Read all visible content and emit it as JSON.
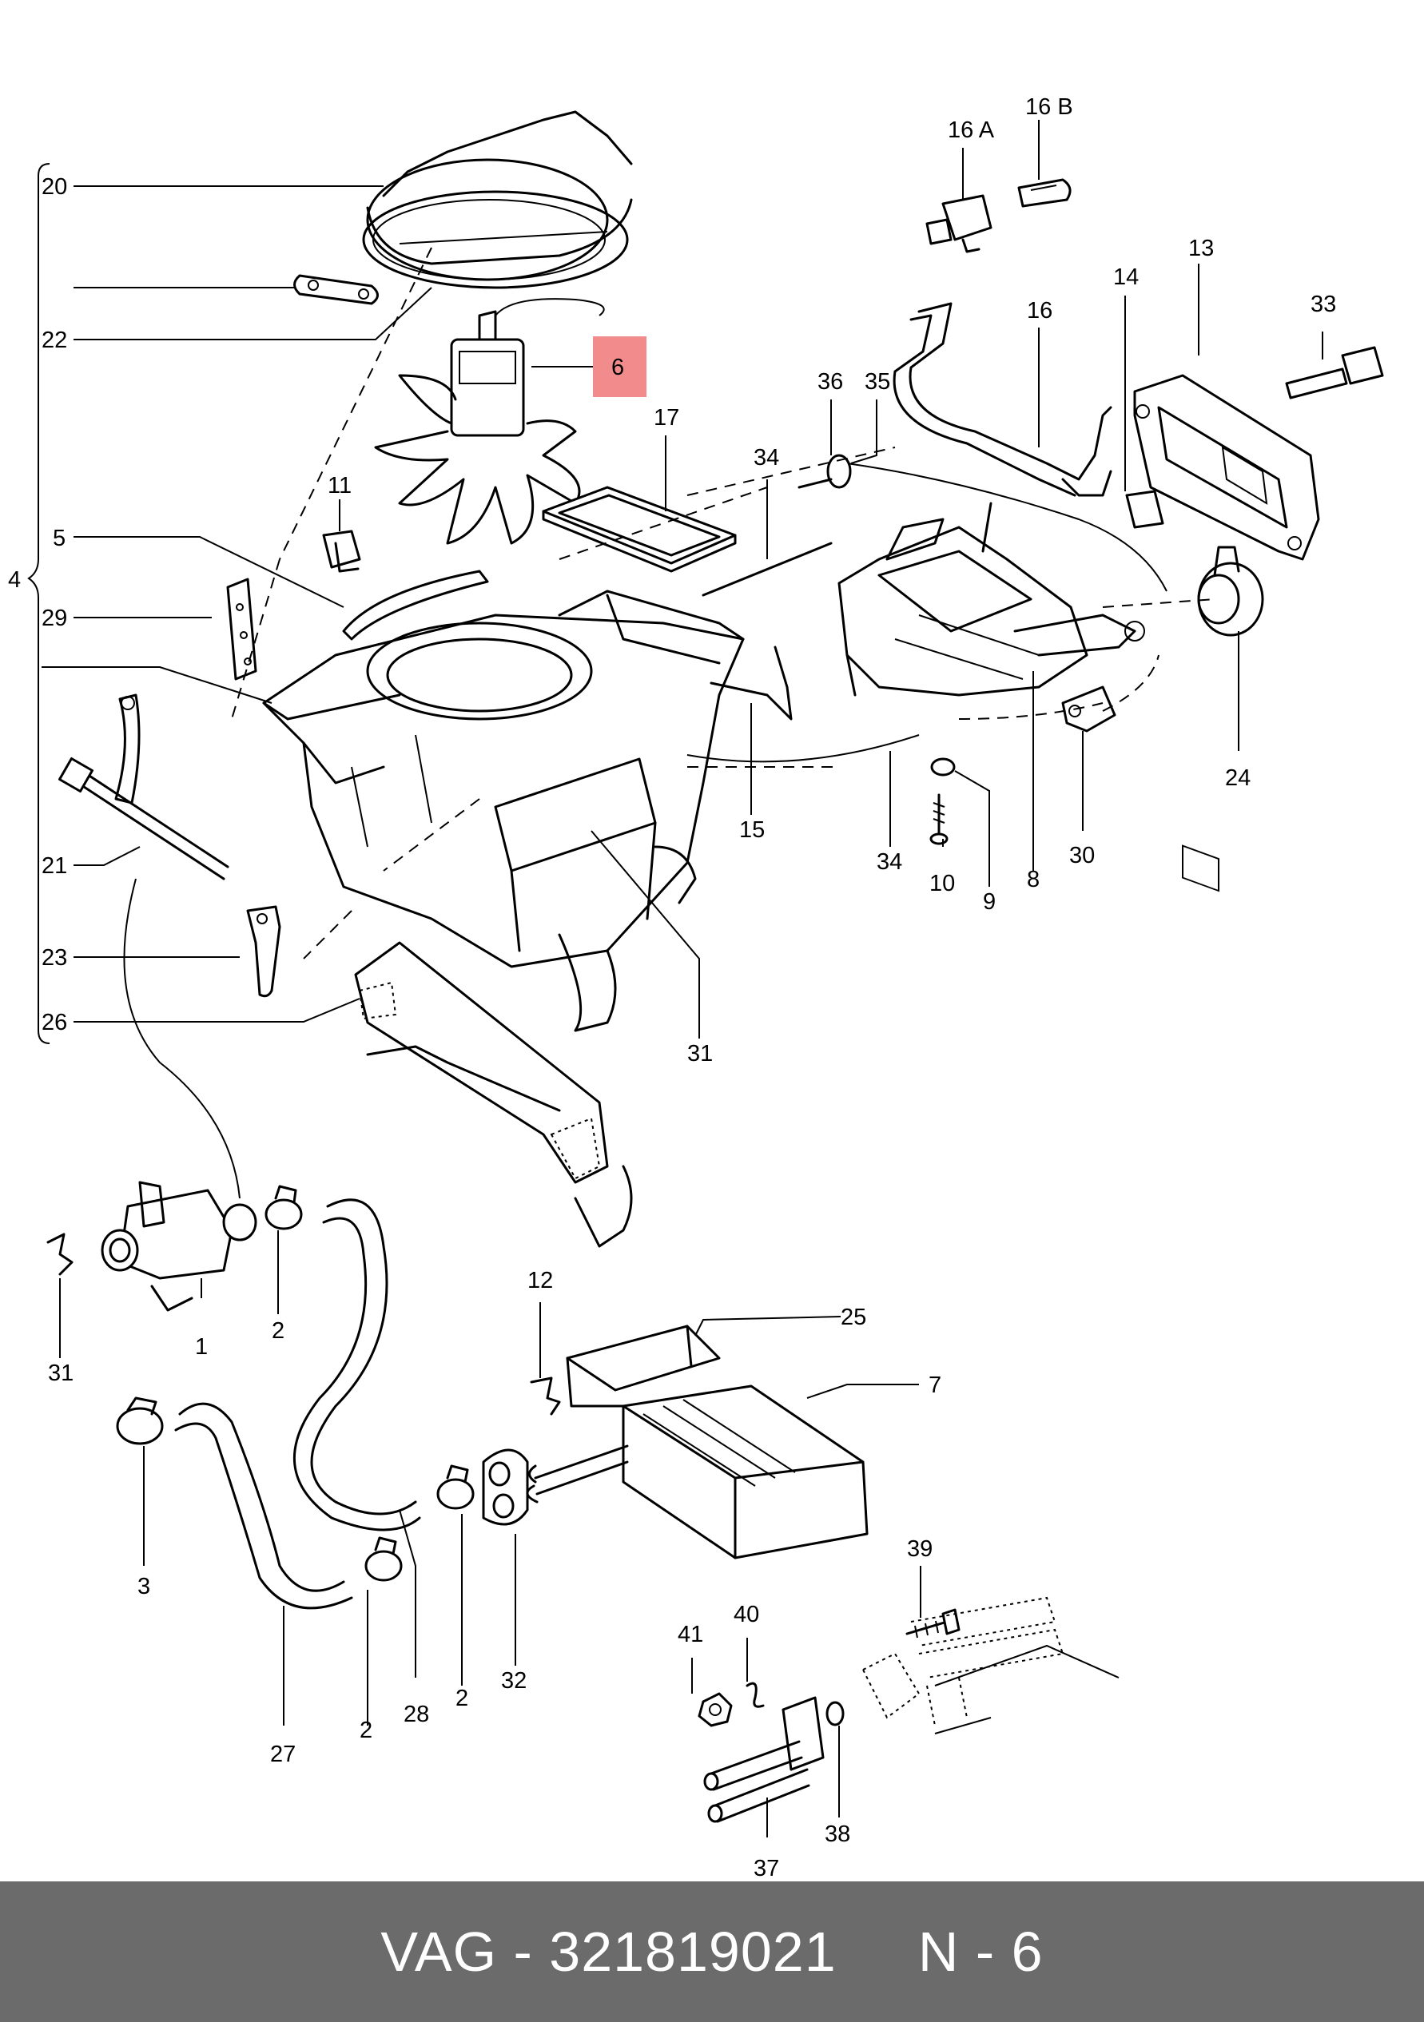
{
  "footer": {
    "text": "VAG - 321819021     N - 6"
  },
  "highlight": {
    "color": "#f28b8b",
    "label": "6"
  },
  "callouts": {
    "c1": "1",
    "c2a": "2",
    "c2b": "2",
    "c2c": "2",
    "c3": "3",
    "c4": "4",
    "c5": "5",
    "c6": "6",
    "c7": "7",
    "c8": "8",
    "c9": "9",
    "c10": "10",
    "c11": "11",
    "c12": "12",
    "c13": "13",
    "c14": "14",
    "c15": "15",
    "c16": "16",
    "c16a": "16 A",
    "c16b": "16 B",
    "c17": "17",
    "c20": "20",
    "c21": "21",
    "c22": "22",
    "c23": "23",
    "c24": "24",
    "c25": "25",
    "c26": "26",
    "c27": "27",
    "c28": "28",
    "c29": "29",
    "c30": "30",
    "c31a": "31",
    "c31b": "31",
    "c32": "32",
    "c33": "33",
    "c34a": "34",
    "c34b": "34",
    "c35": "35",
    "c36": "36",
    "c37": "37",
    "c38": "38",
    "c39": "39",
    "c40": "40",
    "c41": "41"
  }
}
